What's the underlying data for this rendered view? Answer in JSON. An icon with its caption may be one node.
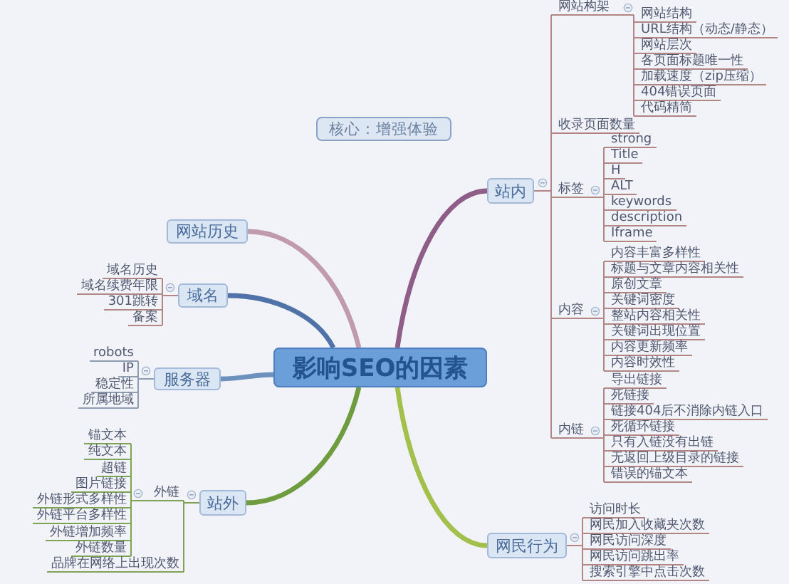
{
  "diagram": {
    "nodes": [
      {
        "text": [
          "影响SEO的因素"
        ]
      },
      {
        "text": [
          "核心：增强体验"
        ]
      },
      {
        "text": [
          "站内"
        ]
      },
      {
        "text": [
          "网站构架"
        ]
      },
      {
        "text": [
          "网站结构"
        ]
      },
      {
        "text": [
          "URL结构（动态/静态）"
        ]
      },
      {
        "text": [
          "网站层次"
        ]
      },
      {
        "text": [
          "各页面标题唯一性"
        ]
      },
      {
        "text": [
          "加载速度（zip压缩）"
        ]
      },
      {
        "text": [
          "404错误页面"
        ]
      },
      {
        "text": [
          "代码精简"
        ]
      },
      {
        "text": [
          "收录页面数量"
        ]
      },
      {
        "text": [
          "标签"
        ]
      },
      {
        "text": [
          "strong"
        ]
      },
      {
        "text": [
          "Title"
        ]
      },
      {
        "text": [
          "H"
        ]
      },
      {
        "text": [
          "ALT"
        ]
      },
      {
        "text": [
          "keywords"
        ]
      },
      {
        "text": [
          "description"
        ]
      },
      {
        "text": [
          "Iframe"
        ]
      },
      {
        "text": [
          "内容"
        ]
      },
      {
        "text": [
          "内容丰富多样性"
        ]
      },
      {
        "text": [
          "标题与文章内容相关性"
        ]
      },
      {
        "text": [
          "原创文章"
        ]
      },
      {
        "text": [
          "关键词密度"
        ]
      },
      {
        "text": [
          "整站内容相关性"
        ]
      },
      {
        "text": [
          "关键词出现位置"
        ]
      },
      {
        "text": [
          "内容更新频率"
        ]
      },
      {
        "text": [
          "内容时效性"
        ]
      },
      {
        "text": [
          "内链"
        ]
      },
      {
        "text": [
          "导出链接"
        ]
      },
      {
        "text": [
          "死链接"
        ]
      },
      {
        "text": [
          "链接404后不消除内链入口"
        ]
      },
      {
        "text": [
          "死循环链接"
        ]
      },
      {
        "text": [
          "只有入链没有出链"
        ]
      },
      {
        "text": [
          "无返回上级目录的链接"
        ]
      },
      {
        "text": [
          "错误的锚文本"
        ]
      },
      {
        "text": [
          "网民行为"
        ]
      },
      {
        "text": [
          "访问时长"
        ]
      },
      {
        "text": [
          "网民加入收藏夹次数"
        ]
      },
      {
        "text": [
          "网民访问深度"
        ]
      },
      {
        "text": [
          "网民访问跳出率"
        ]
      },
      {
        "text": [
          "搜索引擎中点击次数"
        ]
      },
      {
        "text": [
          "网站历史"
        ]
      },
      {
        "text": [
          "域名"
        ]
      },
      {
        "text": [
          "域名历史"
        ]
      },
      {
        "text": [
          "域名续费年限"
        ]
      },
      {
        "text": [
          "301跳转"
        ]
      },
      {
        "text": [
          "备案"
        ]
      },
      {
        "text": [
          "服务器"
        ]
      },
      {
        "text": [
          "robots"
        ]
      },
      {
        "text": [
          "IP"
        ]
      },
      {
        "text": [
          "稳定性"
        ]
      },
      {
        "text": [
          "所属地域"
        ]
      },
      {
        "text": [
          "站外"
        ]
      },
      {
        "text": [
          "外链"
        ]
      },
      {
        "text": [
          "锚文本"
        ]
      },
      {
        "text": [
          "纯文本"
        ]
      },
      {
        "text": [
          "超链"
        ]
      },
      {
        "text": [
          "图片链接"
        ]
      },
      {
        "text": [
          "外链形式多样性"
        ]
      },
      {
        "text": [
          "外链平台多样性"
        ]
      },
      {
        "text": [
          "外链增加频率"
        ]
      },
      {
        "text": [
          "外链数量"
        ]
      },
      {
        "text": [
          "品牌在网络上出现次数"
        ]
      }
    ],
    "edges": [
      {
        "from": 0,
        "to": 2,
        "arrow": "none",
        "style": "thick",
        "color": "#8e5e88"
      },
      {
        "from": 0,
        "to": 43,
        "arrow": "none",
        "style": "thick",
        "color": "#c09aae"
      },
      {
        "from": 0,
        "to": 44,
        "arrow": "none",
        "style": "thick",
        "color": "#4f73a8"
      },
      {
        "from": 0,
        "to": 49,
        "arrow": "none",
        "style": "thick",
        "color": "#6d91bd"
      },
      {
        "from": 0,
        "to": 54,
        "arrow": "none",
        "style": "thick",
        "color": "#6f9c3e"
      },
      {
        "from": 0,
        "to": 37,
        "arrow": "none",
        "style": "thick",
        "color": "#a3bf4c"
      },
      {
        "from": 2,
        "to": 3,
        "arrow": "none"
      },
      {
        "from": 3,
        "to": 4,
        "arrow": "none"
      },
      {
        "from": 3,
        "to": 5,
        "arrow": "none"
      },
      {
        "from": 3,
        "to": 6,
        "arrow": "none"
      },
      {
        "from": 3,
        "to": 7,
        "arrow": "none"
      },
      {
        "from": 3,
        "to": 8,
        "arrow": "none"
      },
      {
        "from": 3,
        "to": 9,
        "arrow": "none"
      },
      {
        "from": 3,
        "to": 10,
        "arrow": "none"
      },
      {
        "from": 2,
        "to": 11,
        "arrow": "none"
      },
      {
        "from": 2,
        "to": 12,
        "arrow": "none"
      },
      {
        "from": 12,
        "to": 13,
        "arrow": "none"
      },
      {
        "from": 12,
        "to": 14,
        "arrow": "none"
      },
      {
        "from": 12,
        "to": 15,
        "arrow": "none"
      },
      {
        "from": 12,
        "to": 16,
        "arrow": "none"
      },
      {
        "from": 12,
        "to": 17,
        "arrow": "none"
      },
      {
        "from": 12,
        "to": 18,
        "arrow": "none"
      },
      {
        "from": 12,
        "to": 19,
        "arrow": "none"
      },
      {
        "from": 2,
        "to": 20,
        "arrow": "none"
      },
      {
        "from": 20,
        "to": 21,
        "arrow": "none"
      },
      {
        "from": 20,
        "to": 22,
        "arrow": "none"
      },
      {
        "from": 20,
        "to": 23,
        "arrow": "none"
      },
      {
        "from": 20,
        "to": 24,
        "arrow": "none"
      },
      {
        "from": 20,
        "to": 25,
        "arrow": "none"
      },
      {
        "from": 20,
        "to": 26,
        "arrow": "none"
      },
      {
        "from": 20,
        "to": 27,
        "arrow": "none"
      },
      {
        "from": 20,
        "to": 28,
        "arrow": "none"
      },
      {
        "from": 2,
        "to": 29,
        "arrow": "none"
      },
      {
        "from": 29,
        "to": 30,
        "arrow": "none"
      },
      {
        "from": 29,
        "to": 31,
        "arrow": "none"
      },
      {
        "from": 29,
        "to": 32,
        "arrow": "none"
      },
      {
        "from": 29,
        "to": 33,
        "arrow": "none"
      },
      {
        "from": 29,
        "to": 34,
        "arrow": "none"
      },
      {
        "from": 29,
        "to": 35,
        "arrow": "none"
      },
      {
        "from": 29,
        "to": 36,
        "arrow": "none"
      },
      {
        "from": 37,
        "to": 38,
        "arrow": "none"
      },
      {
        "from": 37,
        "to": 39,
        "arrow": "none"
      },
      {
        "from": 37,
        "to": 40,
        "arrow": "none"
      },
      {
        "from": 37,
        "to": 41,
        "arrow": "none"
      },
      {
        "from": 37,
        "to": 42,
        "arrow": "none"
      },
      {
        "from": 44,
        "to": 45,
        "arrow": "none"
      },
      {
        "from": 44,
        "to": 46,
        "arrow": "none"
      },
      {
        "from": 44,
        "to": 47,
        "arrow": "none"
      },
      {
        "from": 44,
        "to": 48,
        "arrow": "none"
      },
      {
        "from": 49,
        "to": 50,
        "arrow": "none",
        "color": "#8f9db3"
      },
      {
        "from": 49,
        "to": 51,
        "arrow": "none",
        "color": "#8f9db3"
      },
      {
        "from": 49,
        "to": 52,
        "arrow": "none",
        "color": "#8f9db3"
      },
      {
        "from": 49,
        "to": 53,
        "arrow": "none",
        "color": "#8f9db3"
      },
      {
        "from": 54,
        "to": 55,
        "arrow": "none",
        "color": "#7ea356"
      },
      {
        "from": 55,
        "to": 56,
        "arrow": "none",
        "color": "#7ea356"
      },
      {
        "from": 55,
        "to": 57,
        "arrow": "none",
        "color": "#7ea356"
      },
      {
        "from": 55,
        "to": 58,
        "arrow": "none",
        "color": "#7ea356"
      },
      {
        "from": 55,
        "to": 59,
        "arrow": "none",
        "color": "#7ea356"
      },
      {
        "from": 55,
        "to": 60,
        "arrow": "none",
        "color": "#7ea356"
      },
      {
        "from": 55,
        "to": 61,
        "arrow": "none",
        "color": "#7ea356"
      },
      {
        "from": 55,
        "to": 62,
        "arrow": "none",
        "color": "#7ea356"
      },
      {
        "from": 55,
        "to": 63,
        "arrow": "none",
        "color": "#7ea356"
      },
      {
        "from": 54,
        "to": 64,
        "arrow": "none",
        "color": "#7ea356"
      }
    ]
  }
}
